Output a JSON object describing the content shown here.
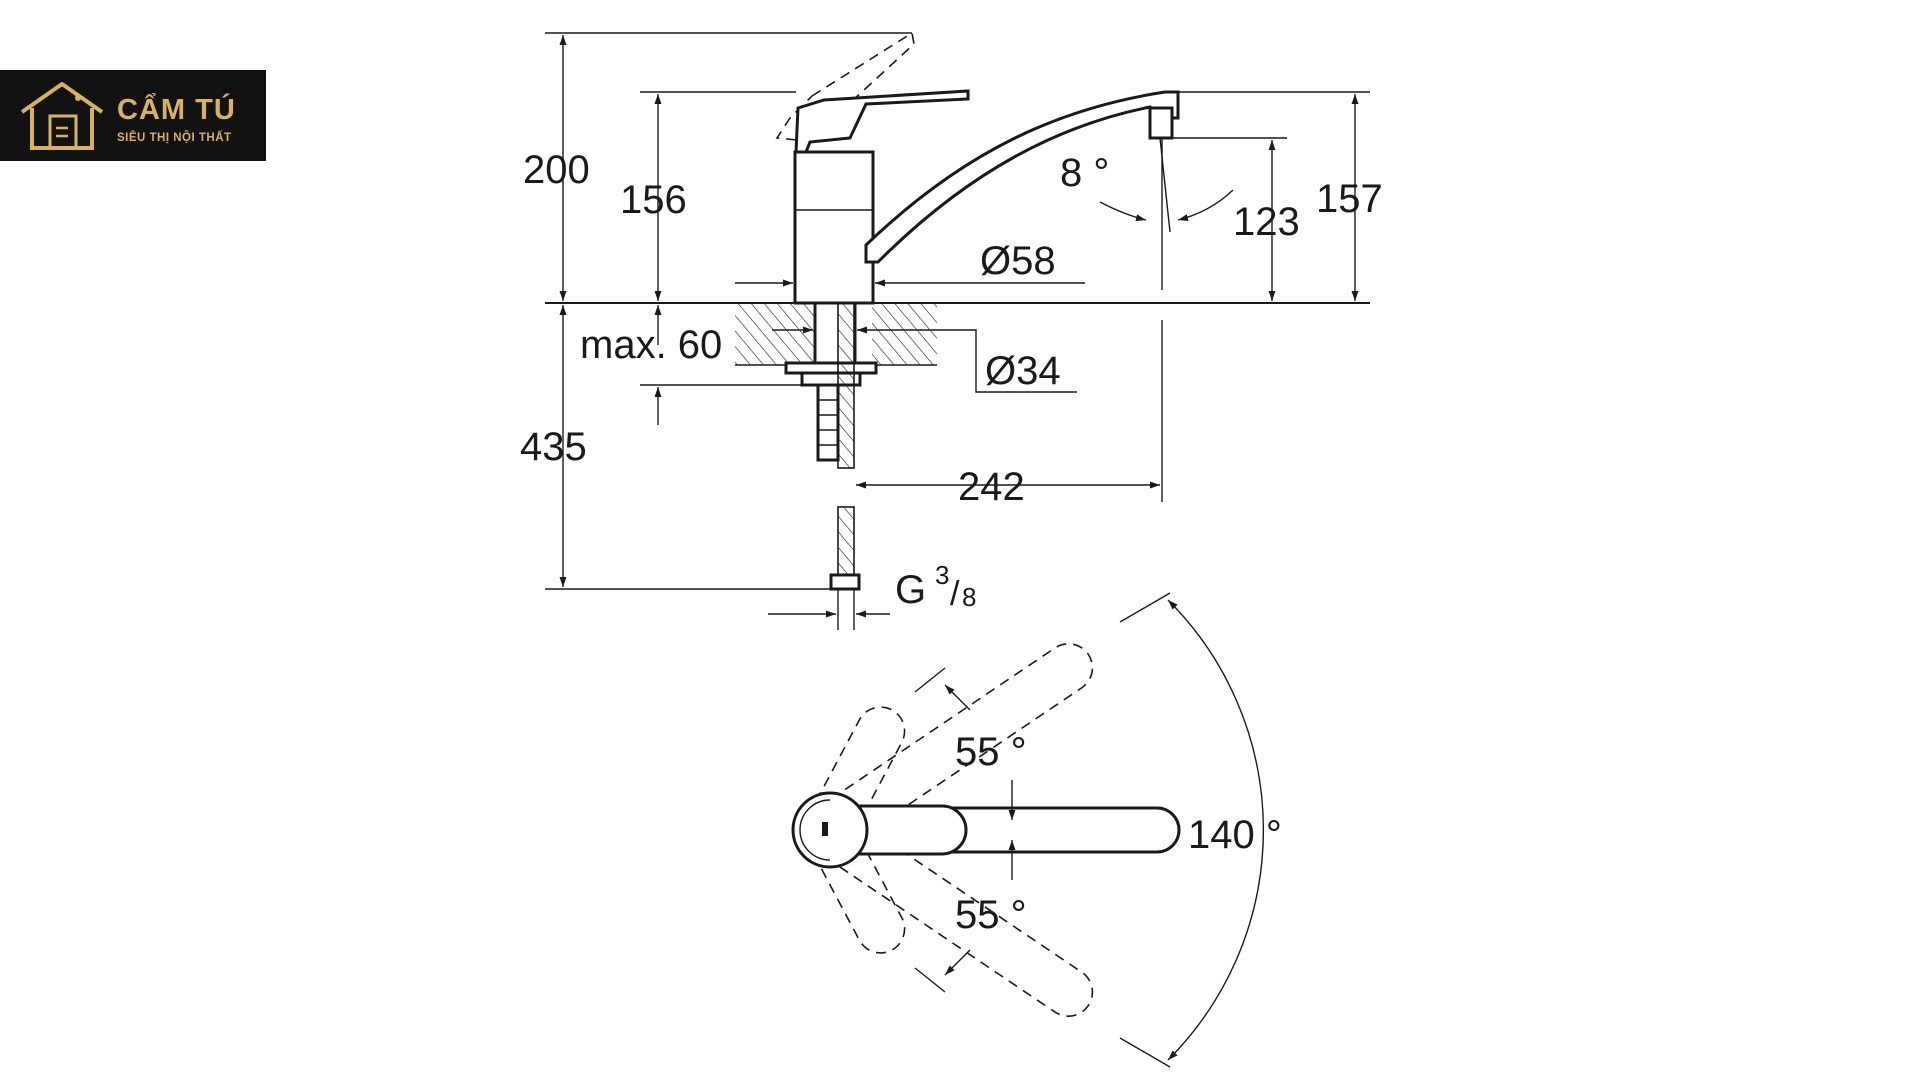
{
  "logo": {
    "name": "CẨM TÚ",
    "tagline": "SIÊU THỊ NỘI THẤT",
    "icon": "house-icon",
    "color": "#d8b25e",
    "background": "#121212"
  },
  "dimensions": {
    "total_height": "200",
    "body_height": "156",
    "spout_height": "157",
    "outlet_height": "123",
    "spout_angle": "8 °",
    "base_diameter": "Ø58",
    "max_thickness": "max. 60",
    "hole_diameter": "Ø34",
    "hose_length": "435",
    "spout_reach": "242",
    "thread": "G",
    "thread_numerator": "3",
    "thread_denominator": "8",
    "swivel_left": "55 °",
    "swivel_right": "55 °",
    "swivel_total": "140 °"
  }
}
